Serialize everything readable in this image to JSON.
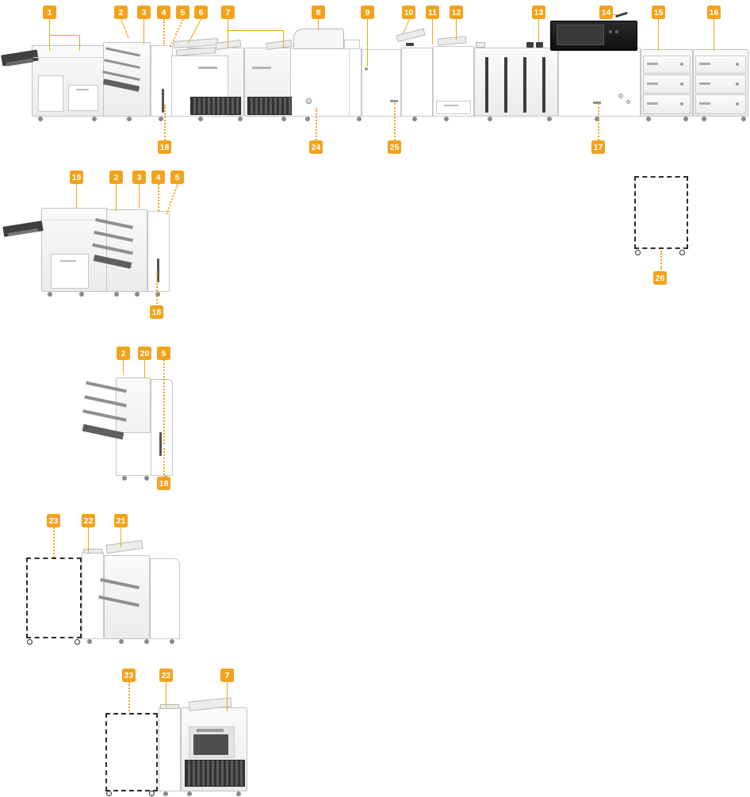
{
  "palette": {
    "accent": "#F2A31B",
    "dash": "#2b2b2b"
  },
  "callouts": {
    "lineup_top": [
      "1",
      "2",
      "3",
      "4",
      "5",
      "6",
      "7",
      "8",
      "9",
      "10",
      "11",
      "12",
      "13",
      "14",
      "15",
      "16"
    ],
    "lineup_bottom": [
      "18",
      "24",
      "25",
      "17"
    ],
    "config2_top": [
      "19",
      "2",
      "3",
      "4",
      "5"
    ],
    "config2_bottom": [
      "18"
    ],
    "config2_optional": [
      "26"
    ],
    "config3_top": [
      "2",
      "20",
      "5"
    ],
    "config3_bottom": [
      "18"
    ],
    "config4_top": [
      "23",
      "22",
      "21"
    ],
    "config5_top": [
      "23",
      "22",
      "7"
    ]
  }
}
